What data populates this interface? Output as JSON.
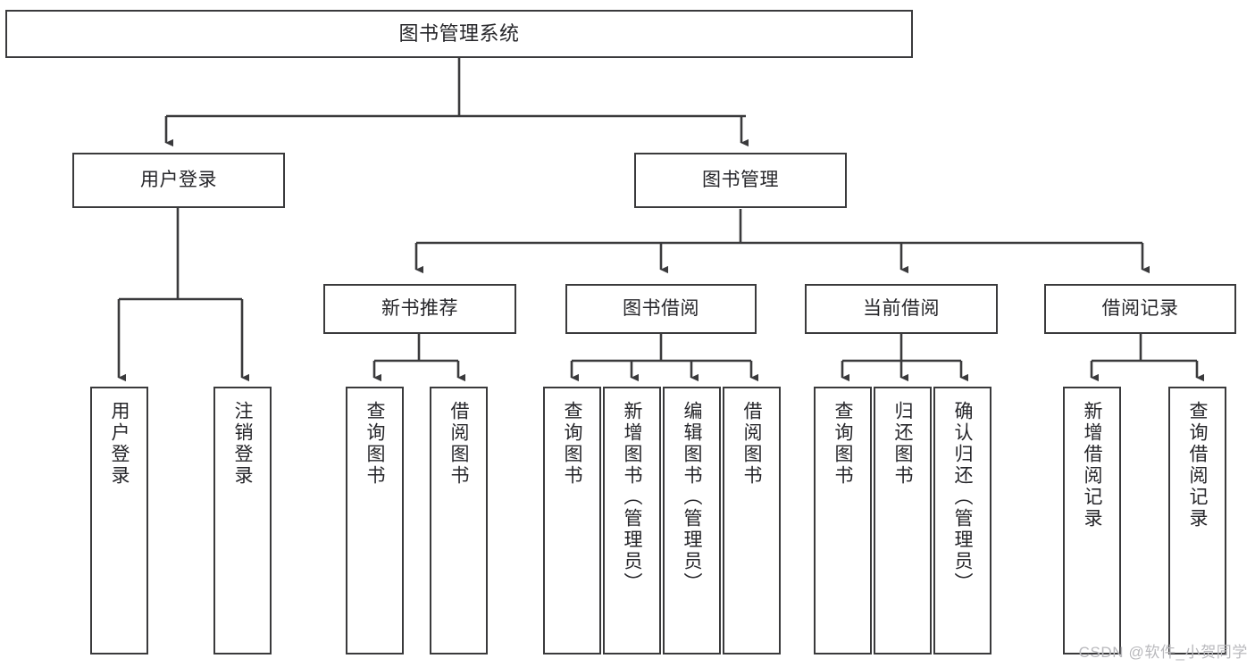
{
  "diagram": {
    "title": "图书管理系统",
    "type": "tree",
    "watermark": "CSDN @软件_小贺同学",
    "line_color": "#3a3a3c",
    "box_fill": "#ffffff",
    "text_color": "#26262a",
    "root": {
      "label": "图书管理系统"
    },
    "level1": [
      {
        "label": "用户登录"
      },
      {
        "label": "图书管理"
      }
    ],
    "level2": [
      {
        "label": "新书推荐"
      },
      {
        "label": "图书借阅"
      },
      {
        "label": "当前借阅"
      },
      {
        "label": "借阅记录"
      }
    ],
    "leaves": {
      "user_login": [
        {
          "label": "用户登录"
        },
        {
          "label": "注销登录"
        }
      ],
      "new_book_recommend": [
        {
          "label": "查询图书"
        },
        {
          "label": "借阅图书"
        }
      ],
      "book_borrow": [
        {
          "label": "查询图书"
        },
        {
          "label": "新增图书（管理员）"
        },
        {
          "label": "编辑图书（管理员）"
        },
        {
          "label": "借阅图书"
        }
      ],
      "current_borrow": [
        {
          "label": "查询图书"
        },
        {
          "label": "归还图书"
        },
        {
          "label": "确认归还（管理员）"
        }
      ],
      "borrow_record": [
        {
          "label": "新增借阅记录"
        },
        {
          "label": "查询借阅记录"
        }
      ]
    }
  }
}
